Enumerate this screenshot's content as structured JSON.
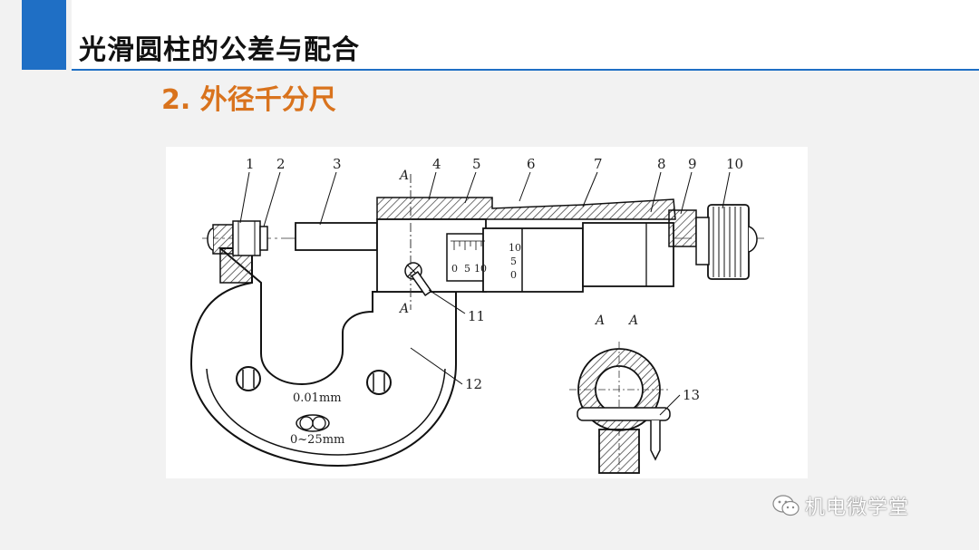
{
  "slide": {
    "title": "光滑圆柱的公差与配合",
    "subtitle": "2. 外径千分尺"
  },
  "figure": {
    "part_numbers": [
      "1",
      "2",
      "3",
      "4",
      "5",
      "6",
      "7",
      "8",
      "9",
      "10",
      "11",
      "12",
      "13"
    ],
    "section_marks": [
      "A",
      "A",
      "A",
      "A"
    ],
    "sleeve_scale": [
      "0",
      "5",
      "10"
    ],
    "thimble_scale": [
      "10",
      "5",
      "0"
    ],
    "frame_label_precision": "0.01mm",
    "frame_label_range": "0~25mm"
  },
  "watermark": {
    "text": "机电微学堂",
    "icon": "wechat-icon"
  }
}
